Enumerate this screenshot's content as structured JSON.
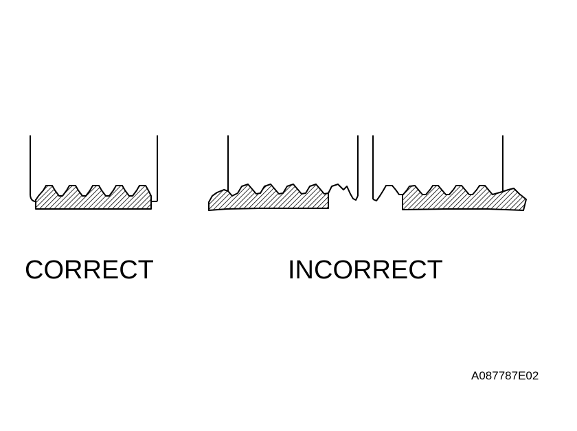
{
  "labels": {
    "correct": "CORRECT",
    "incorrect": "INCORRECT",
    "figure_code": "A087787E02"
  }
}
